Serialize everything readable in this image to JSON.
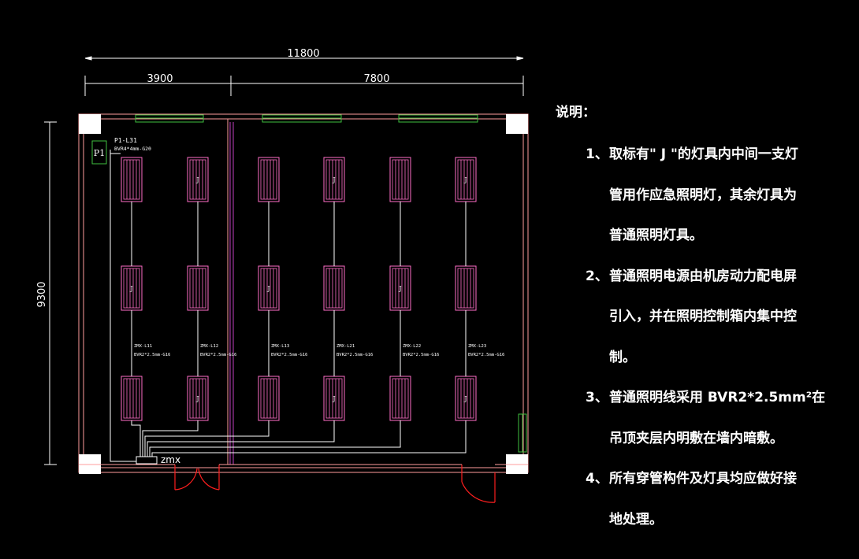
{
  "dimensions": {
    "total_width": "11800",
    "left_room_width": "3900",
    "right_room_width": "7800",
    "height": "9300"
  },
  "panel": {
    "id": "P1",
    "circuit": "P1-L31",
    "cable": "BVR4*4mm-G20"
  },
  "distribution_box": "zmx",
  "circuits": [
    {
      "id": "ZMX-L11",
      "spec": "BVR2*2.5mm-G16"
    },
    {
      "id": "ZMX-L12",
      "spec": "BVR2*2.5mm-G16"
    },
    {
      "id": "ZMX-L13",
      "spec": "BVR2*2.5mm-G16"
    },
    {
      "id": "ZMX-L21",
      "spec": "BVR2*2.5mm-G16"
    },
    {
      "id": "ZMX-L22",
      "spec": "BVR2*2.5mm-G16"
    },
    {
      "id": "ZMX-L23",
      "spec": "BVR2*2.5mm-G16"
    }
  ],
  "fixture_mark": "J",
  "colors": {
    "wall": "#ff9c9c",
    "fixture": "#ff6ec7",
    "window": "#3fbf3f",
    "door": "#ff1f1f",
    "wiring": "#ffffff",
    "divider": "#c040c0"
  },
  "notes": {
    "title": "说明：",
    "items": [
      {
        "num": "1、",
        "lines": [
          "取标有\" J \"的灯具内中间一支灯",
          "管用作应急照明灯，其余灯具为",
          "普通照明灯具。"
        ]
      },
      {
        "num": "2、",
        "lines": [
          "普通照明电源由机房动力配电屏",
          "引入，并在照明控制箱内集中控",
          "制。"
        ]
      },
      {
        "num": "3、",
        "lines": [
          "普通照明线采用 BVR2*2.5mm²在",
          "吊顶夹层内明敷在墙内暗敷。"
        ]
      },
      {
        "num": "4、",
        "lines": [
          "所有穿管构件及灯具均应做好接",
          "地处理。"
        ]
      }
    ]
  }
}
